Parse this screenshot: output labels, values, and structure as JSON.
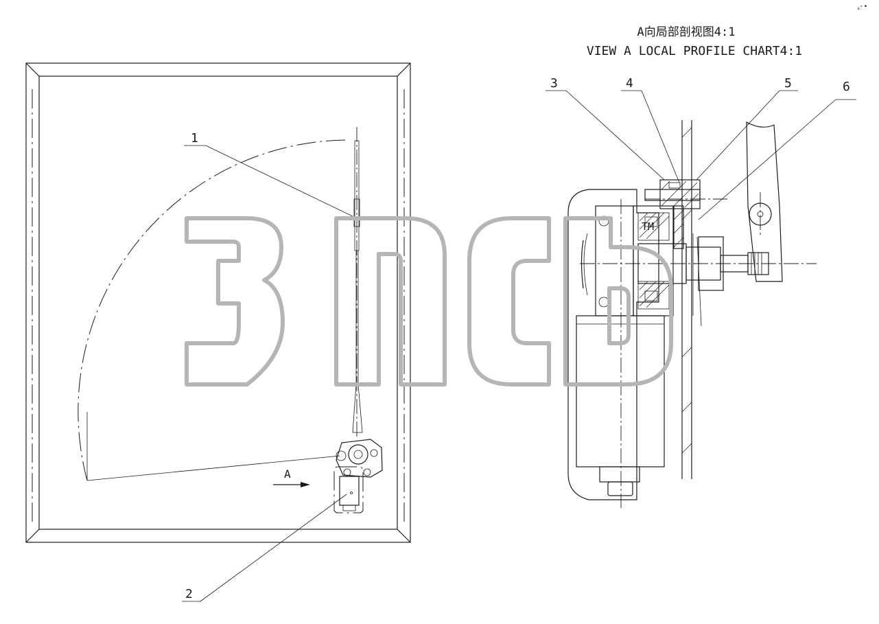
{
  "view_title": {
    "chinese": "A向局部剖视图4:1",
    "english": "VIEW A  LOCAL PROFILE CHART4:1"
  },
  "view_arrow": {
    "label": "A"
  },
  "callouts": [
    "1",
    "2",
    "3",
    "4",
    "5",
    "6"
  ],
  "watermark": {
    "text": "ЗПСБ",
    "tm": "TM"
  },
  "corner_mark": "°˜•"
}
